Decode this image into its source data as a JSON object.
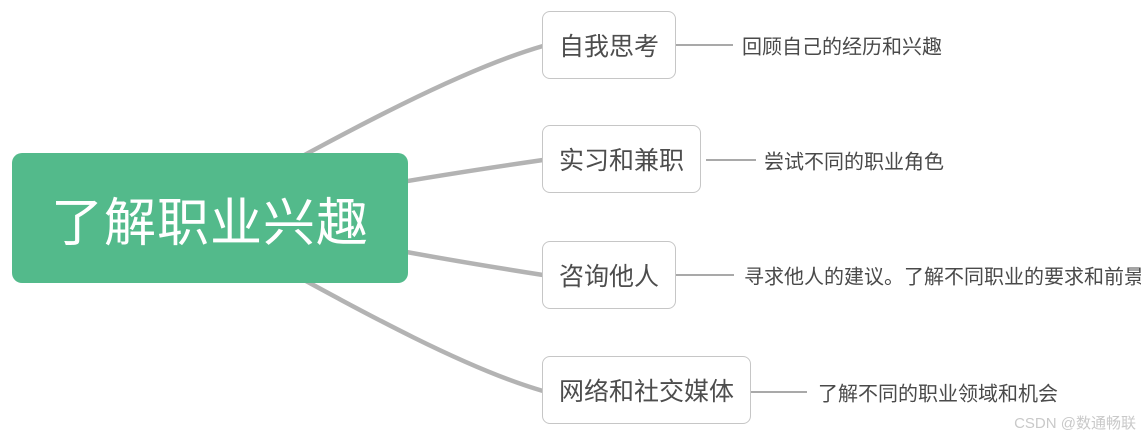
{
  "root": {
    "label": "了解职业兴趣"
  },
  "branches": [
    {
      "label": "自我思考",
      "note": "回顾自己的经历和兴趣"
    },
    {
      "label": "实习和兼职",
      "note": "尝试不同的职业角色"
    },
    {
      "label": "咨询他人",
      "note": "寻求他人的建议。了解不同职业的要求和前景"
    },
    {
      "label": "网络和社交媒体",
      "note": "了解不同的职业领域和机会"
    }
  ],
  "watermark": {
    "text": "CSDN @数通畅联"
  },
  "colors": {
    "root_bg": "#53ba8b",
    "root_text": "#ffffff",
    "branch_border": "#c6c6c6",
    "branch_text": "#4d4d4d",
    "note_text": "#4a4a4a",
    "connector": "#b3b3b3",
    "sub_connector": "#a9a9a9",
    "watermark": "#c9c9c9"
  }
}
